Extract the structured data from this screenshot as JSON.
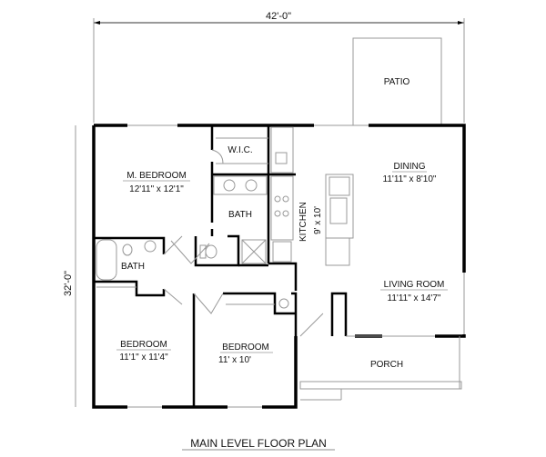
{
  "plan": {
    "title": "MAIN LEVEL FLOOR PLAN",
    "overall_width": "42'-0\"",
    "overall_depth": "32'-0\"",
    "rooms": {
      "patio": {
        "name": "PATIO"
      },
      "master_bedroom": {
        "name": "M. BEDROOM",
        "size": "12'11\" x 12'1\""
      },
      "wic": {
        "name": "W.I.C."
      },
      "master_bath": {
        "name": "BATH"
      },
      "hall_bath": {
        "name": "BATH"
      },
      "kitchen": {
        "name": "KITCHEN",
        "size": "9' x 10'"
      },
      "dining": {
        "name": "DINING",
        "size": "11'11\" x 8'10\""
      },
      "living_room": {
        "name": "LIVING ROOM",
        "size": "11'11\" x 14'7\""
      },
      "bedroom2": {
        "name": "BEDROOM",
        "size": "11'1\" x 11'4\""
      },
      "bedroom3": {
        "name": "BEDROOM",
        "size": "11' x 10'"
      },
      "porch": {
        "name": "PORCH"
      }
    }
  }
}
